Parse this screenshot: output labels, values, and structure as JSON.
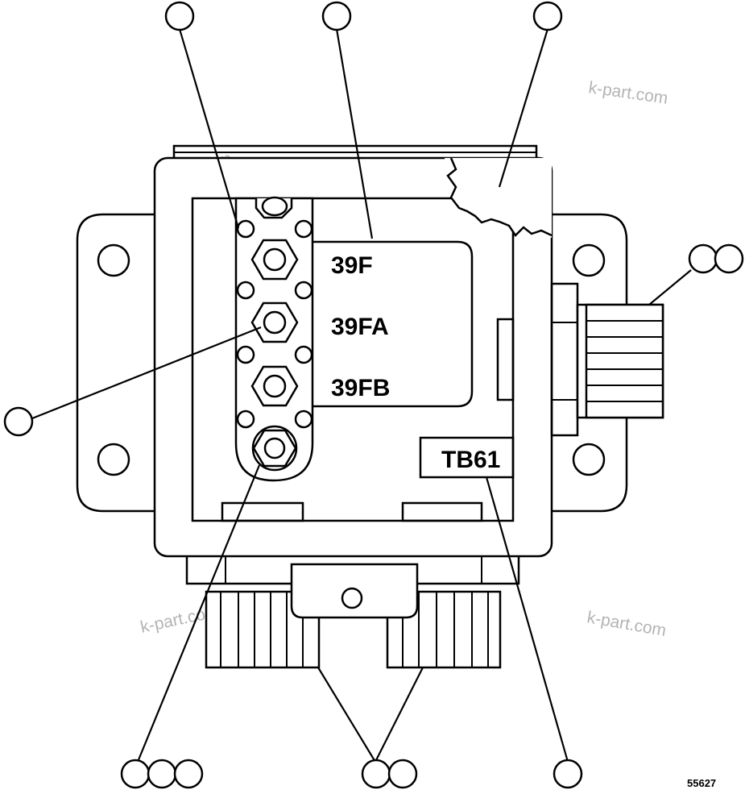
{
  "terminal_labels": [
    "39F",
    "39FA",
    "39FB"
  ],
  "block_label": "TB61",
  "watermark": "k-part.com",
  "figure_number": "55627"
}
